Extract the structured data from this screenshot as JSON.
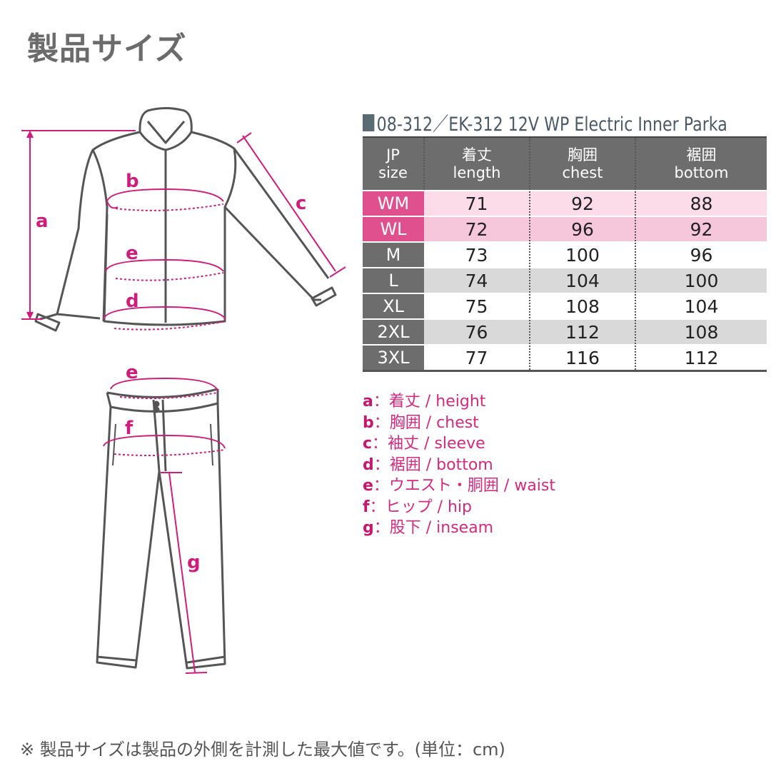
{
  "title": "製品サイズ",
  "product": {
    "title": "08-312／EK-312 12V WP Electric Inner Parka"
  },
  "table": {
    "headers": [
      {
        "jp": "JP",
        "en": "size"
      },
      {
        "jp": "着丈",
        "en": "length"
      },
      {
        "jp": "胸囲",
        "en": "chest"
      },
      {
        "jp": "裾囲",
        "en": "bottom"
      }
    ],
    "rows": [
      {
        "size": "WM",
        "length": "71",
        "chest": "92",
        "bottom": "88"
      },
      {
        "size": "WL",
        "length": "72",
        "chest": "96",
        "bottom": "92"
      },
      {
        "size": "M",
        "length": "73",
        "chest": "100",
        "bottom": "96"
      },
      {
        "size": "L",
        "length": "74",
        "chest": "104",
        "bottom": "100"
      },
      {
        "size": "XL",
        "length": "75",
        "chest": "108",
        "bottom": "104"
      },
      {
        "size": "2XL",
        "length": "76",
        "chest": "112",
        "bottom": "108"
      },
      {
        "size": "3XL",
        "length": "77",
        "chest": "116",
        "bottom": "112"
      }
    ]
  },
  "legend": [
    {
      "key": "a",
      "text": "：着丈 / height"
    },
    {
      "key": "b",
      "text": "：胸囲 / chest"
    },
    {
      "key": "c",
      "text": "：袖丈 / sleeve"
    },
    {
      "key": "d",
      "text": "：裾囲 / bottom"
    },
    {
      "key": "e",
      "text": "：ウエスト・胴囲 / waist"
    },
    {
      "key": "f",
      "text": "：ヒップ / hip"
    },
    {
      "key": "g",
      "text": "：股下 / inseam"
    }
  ],
  "diagram": {
    "jacket_labels": {
      "a": "a",
      "b": "b",
      "c": "c",
      "d": "d",
      "e": "e"
    },
    "pants_labels": {
      "e": "e",
      "f": "f",
      "g": "g"
    }
  },
  "footnote": "※ 製品サイズは製品の外側を計測した最大値です。(単位：cm)",
  "colors": {
    "accent_magenta": "#d01d7c",
    "women_size_cell": "#e0508f",
    "header_gray": "#6d6d6d",
    "row_alt_gray": "#d9d9d9",
    "row_pink_light": "#fbdce8",
    "row_pink": "#f6c6da"
  }
}
